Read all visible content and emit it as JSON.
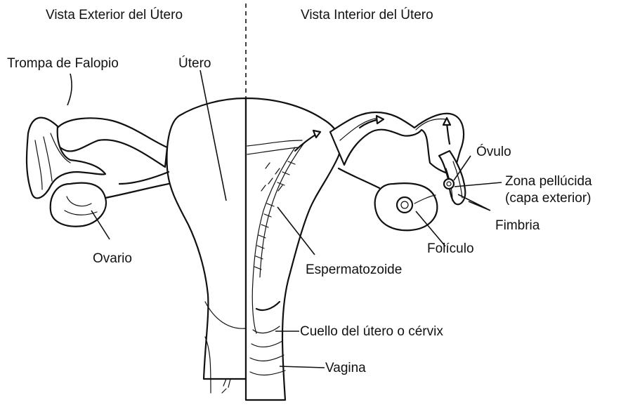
{
  "headings": {
    "exterior": "Vista Exterior del Útero",
    "interior": "Vista Interior del Útero"
  },
  "labels": {
    "trompa": "Trompa de Falopio",
    "utero": "Útero",
    "ovario": "Ovario",
    "ovulo": "Óvulo",
    "zona_1": "Zona pellúcida",
    "zona_2": "(capa exterior)",
    "fimbria": "Fimbria",
    "foliculo": "Folículo",
    "espermatozoide": "Espermatozoide",
    "cuello": "Cuello del útero o cérvix",
    "vagina": "Vagina"
  }
}
